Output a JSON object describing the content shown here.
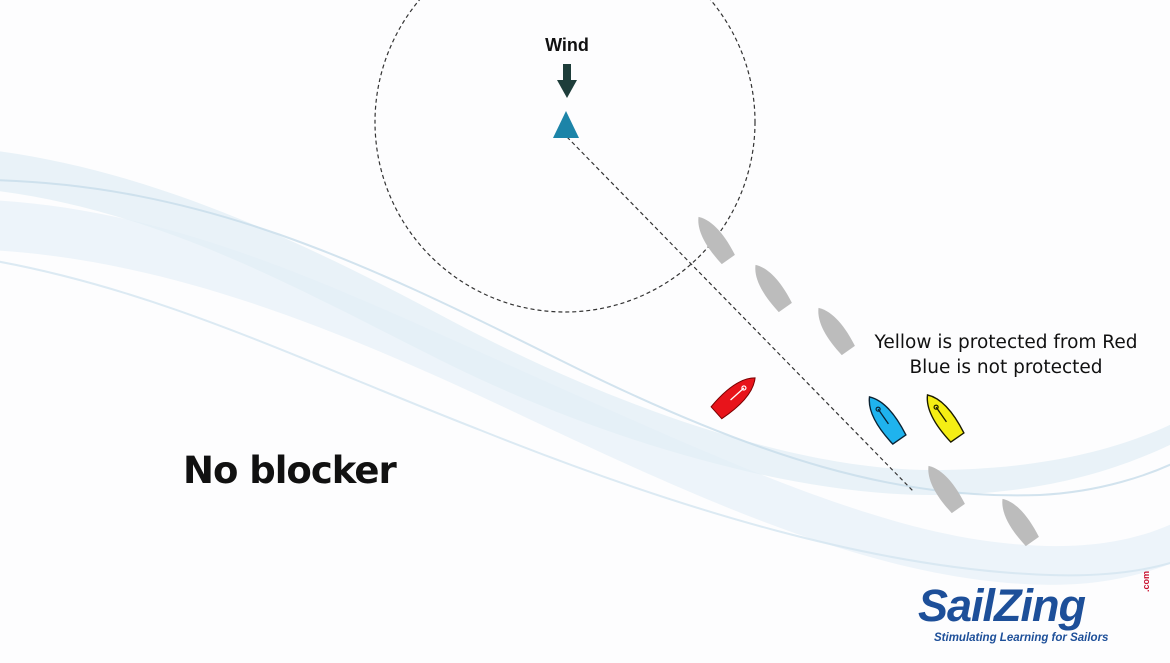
{
  "wind": {
    "label": "Wind",
    "arrow_color": "#1e3d3a"
  },
  "mark": {
    "color": "#1c84a8"
  },
  "annotation": {
    "line1": "Yellow is protected from Red",
    "line2": "Blue is not protected"
  },
  "scenario_title": "No blocker",
  "boats": {
    "red": {
      "color": "#e8141b"
    },
    "blue": {
      "color": "#1fb3ee"
    },
    "yellow": {
      "color": "#f5ee14"
    },
    "ghost": {
      "color": "#bcbcbc"
    }
  },
  "logo": {
    "word": "SailZing",
    "suffix": ".com",
    "tagline": "Stimulating Learning for Sailors",
    "text_color": "#1d4f99",
    "accent_color": "#c8102e"
  }
}
